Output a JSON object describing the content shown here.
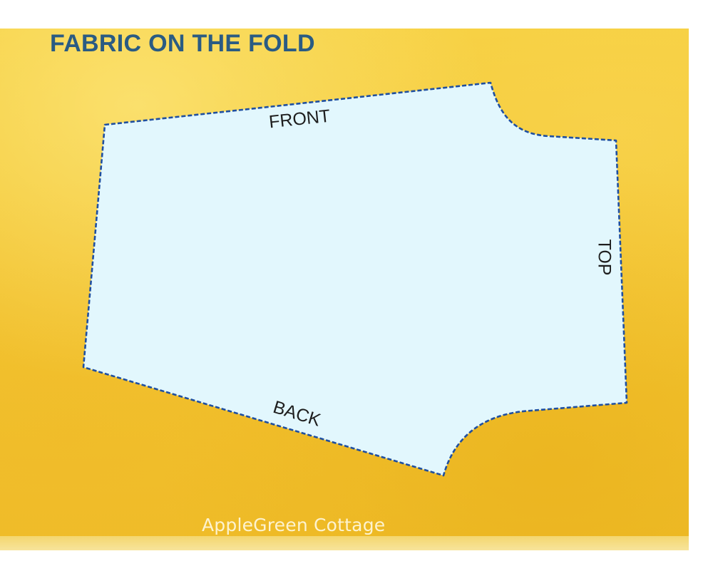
{
  "title": "FABRIC ON THE FOLD",
  "edges": {
    "front": "FRONT",
    "top": "TOP",
    "back": "BACK"
  },
  "credit": "AppleGreen Cottage",
  "colors": {
    "fabric": "#f3c531",
    "pattern_fill": "#e2f7fd",
    "outline": "#1f4fa0",
    "title": "#2a5b83"
  }
}
